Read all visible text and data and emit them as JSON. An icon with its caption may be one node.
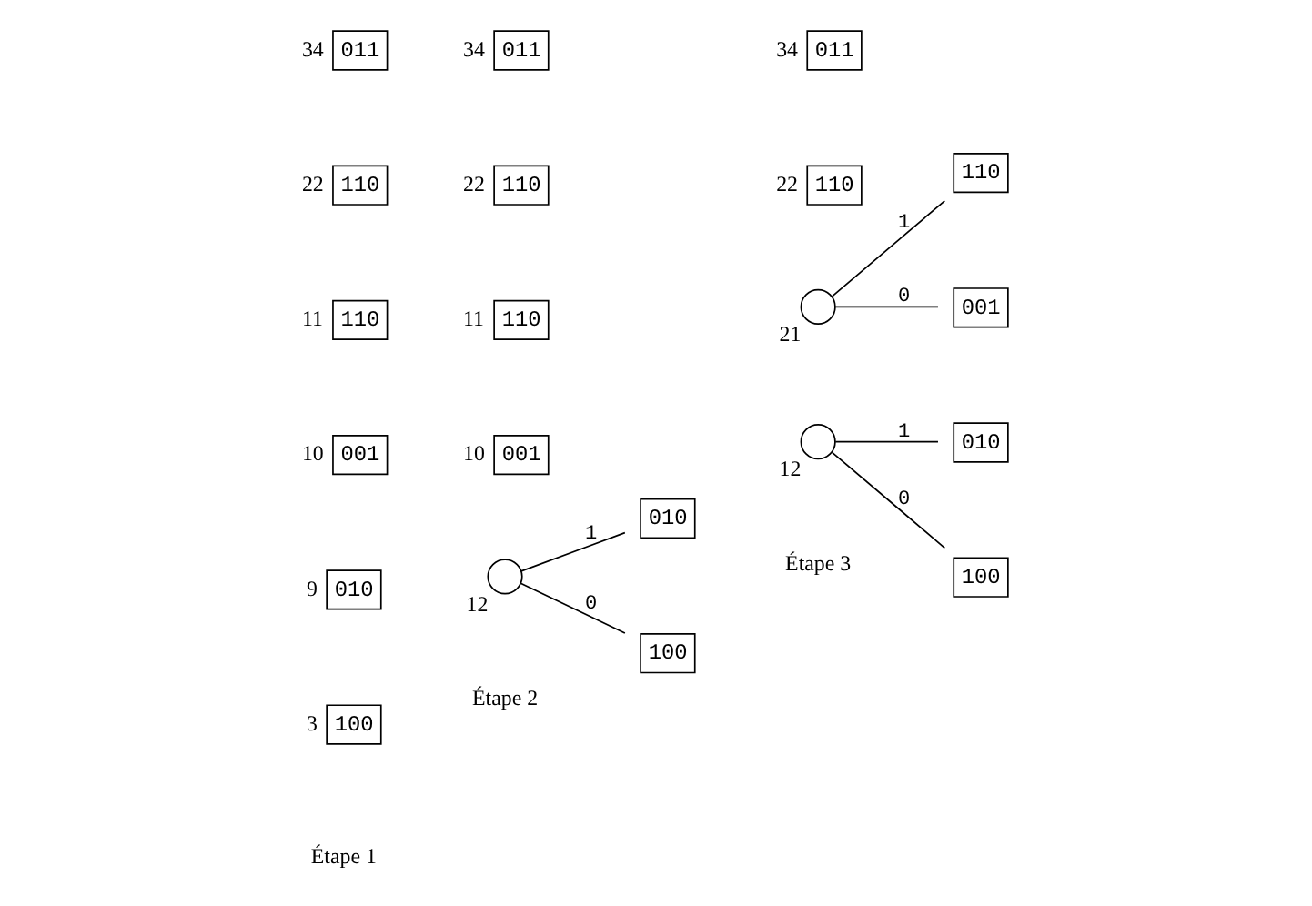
{
  "diagram": {
    "nodes": [
      {
        "text": [
          "011"
        ],
        "beside": [
          "34"
        ]
      },
      {
        "text": [
          "110"
        ],
        "beside": [
          "22"
        ]
      },
      {
        "text": [
          "110"
        ],
        "beside": [
          "11"
        ]
      },
      {
        "text": [
          "001"
        ],
        "beside": [
          "10"
        ]
      },
      {
        "text": [
          "010"
        ],
        "beside": [
          "9"
        ]
      },
      {
        "text": [
          "100"
        ],
        "beside": [
          "3"
        ]
      },
      {
        "text": [
          "011"
        ],
        "beside": [
          "34"
        ]
      },
      {
        "text": [
          "110"
        ],
        "beside": [
          "22"
        ]
      },
      {
        "text": [
          "110"
        ],
        "beside": [
          "11"
        ]
      },
      {
        "text": [
          "001"
        ],
        "beside": [
          "10"
        ]
      },
      {
        "text": [],
        "shape": "circle",
        "beside": [
          "12"
        ]
      },
      {
        "text": [
          "010"
        ]
      },
      {
        "text": [
          "100"
        ]
      },
      {
        "text": [
          "011"
        ],
        "beside": [
          "34"
        ]
      },
      {
        "text": [
          "110"
        ],
        "beside": [
          "22"
        ]
      },
      {
        "text": [],
        "shape": "circle",
        "beside": [
          "21"
        ]
      },
      {
        "text": [
          "110"
        ]
      },
      {
        "text": [
          "001"
        ]
      },
      {
        "text": [],
        "shape": "circle",
        "beside": [
          "12"
        ]
      },
      {
        "text": [
          "010"
        ]
      },
      {
        "text": [
          "100"
        ]
      }
    ],
    "edges": [
      {
        "from": 10,
        "to": 11,
        "arrow": "none",
        "label": "1"
      },
      {
        "from": 10,
        "to": 12,
        "arrow": "none",
        "label": "0"
      },
      {
        "from": 15,
        "to": 16,
        "arrow": "none",
        "label": "1"
      },
      {
        "from": 15,
        "to": 17,
        "arrow": "none",
        "label": "0"
      },
      {
        "from": 18,
        "to": 19,
        "arrow": "none",
        "label": "1"
      },
      {
        "from": 18,
        "to": 20,
        "arrow": "none",
        "label": "0"
      }
    ],
    "labels": [
      "Étape 1",
      "Étape 2",
      "Étape 3"
    ]
  }
}
